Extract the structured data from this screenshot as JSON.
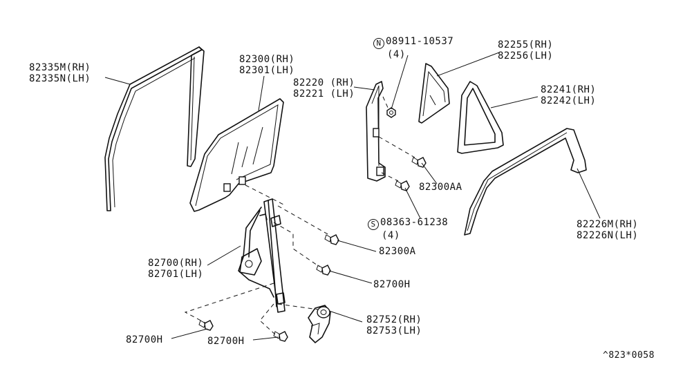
{
  "diagram": {
    "parts": [
      {
        "id": "door-sash-seal",
        "lines": [
          "82335M(RH)",
          "82335N(LH)"
        ]
      },
      {
        "id": "door-glass",
        "lines": [
          "82300(RH)",
          "82301(LH)"
        ]
      },
      {
        "id": "sash-bracket",
        "lines": [
          "82220 (RH)",
          "82221 (LH)"
        ]
      },
      {
        "id": "nut",
        "symbol": "N",
        "lines": [
          "08911-10537",
          "(4)"
        ]
      },
      {
        "id": "partition-glass",
        "lines": [
          "82255(RH)",
          "82256(LH)"
        ]
      },
      {
        "id": "partition-sash",
        "lines": [
          "82241(RH)",
          "82242(LH)"
        ]
      },
      {
        "id": "bolt-aa",
        "lines": [
          "82300AA"
        ]
      },
      {
        "id": "screw",
        "symbol": "S",
        "lines": [
          "08363-61238",
          "(4)"
        ]
      },
      {
        "id": "glass-run-seal",
        "lines": [
          "82226M(RH)",
          "82226N(LH)"
        ]
      },
      {
        "id": "bolt-a",
        "lines": [
          "82300A"
        ]
      },
      {
        "id": "regulator",
        "lines": [
          "82700(RH)",
          "82701(LH)"
        ]
      },
      {
        "id": "bolt-h-mid",
        "lines": [
          "82700H"
        ]
      },
      {
        "id": "motor",
        "lines": [
          "82752(RH)",
          "82753(LH)"
        ]
      },
      {
        "id": "bolt-h-left",
        "lines": [
          "82700H"
        ]
      },
      {
        "id": "bolt-h-center",
        "lines": [
          "82700H"
        ]
      }
    ],
    "ref_code": "^823*0058"
  }
}
